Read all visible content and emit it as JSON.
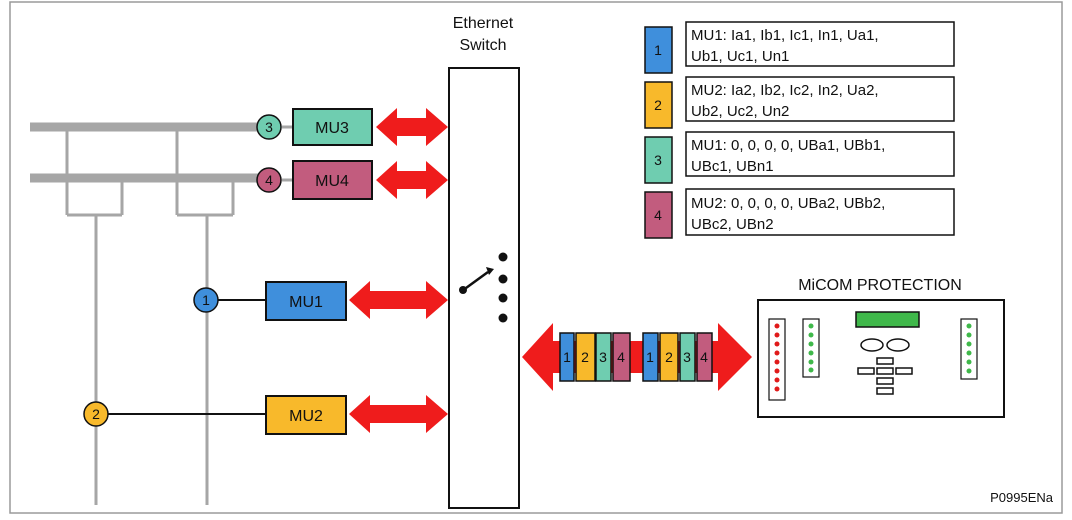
{
  "diagram": {
    "switch": {
      "label_line1": "Ethernet",
      "label_line2": "Switch"
    },
    "merging_units": [
      {
        "label": "MU3",
        "color": "#6fcdb0",
        "marker": "3"
      },
      {
        "label": "MU4",
        "color": "#c25c7e",
        "marker": "4"
      },
      {
        "label": "MU1",
        "color": "#3f8fdc",
        "marker": "1"
      },
      {
        "label": "MU2",
        "color": "#f8b92b",
        "marker": "2"
      }
    ],
    "legend": [
      {
        "index": "1",
        "color": "#3f8fdc",
        "line1": "MU1: Ia1, Ib1, Ic1, In1, Ua1,",
        "line2": "Ub1, Uc1, Un1"
      },
      {
        "index": "2",
        "color": "#f8b92b",
        "line1": "MU2: Ia2, Ib2, Ic2, In2, Ua2,",
        "line2": "Ub2, Uc2, Un2"
      },
      {
        "index": "3",
        "color": "#6fcdb0",
        "line1": "MU1: 0, 0, 0, 0, UBa1,  UBb1,",
        "line2": "UBc1, UBn1"
      },
      {
        "index": "4",
        "color": "#c25c7e",
        "line1": "MU2: 0, 0, 0, 0, UBa2, UBb2,",
        "line2": "UBc2, UBn2"
      }
    ],
    "packet_labels": [
      "1",
      "2",
      "3",
      "4",
      "1",
      "2",
      "3",
      "4"
    ],
    "relay": {
      "title": "MiCOM PROTECTION"
    },
    "figure_code": "P0995ENa",
    "colors": {
      "arrow": "#ef1c1c",
      "busbar": "#a6a6a6",
      "display": "#3fb84a"
    }
  }
}
